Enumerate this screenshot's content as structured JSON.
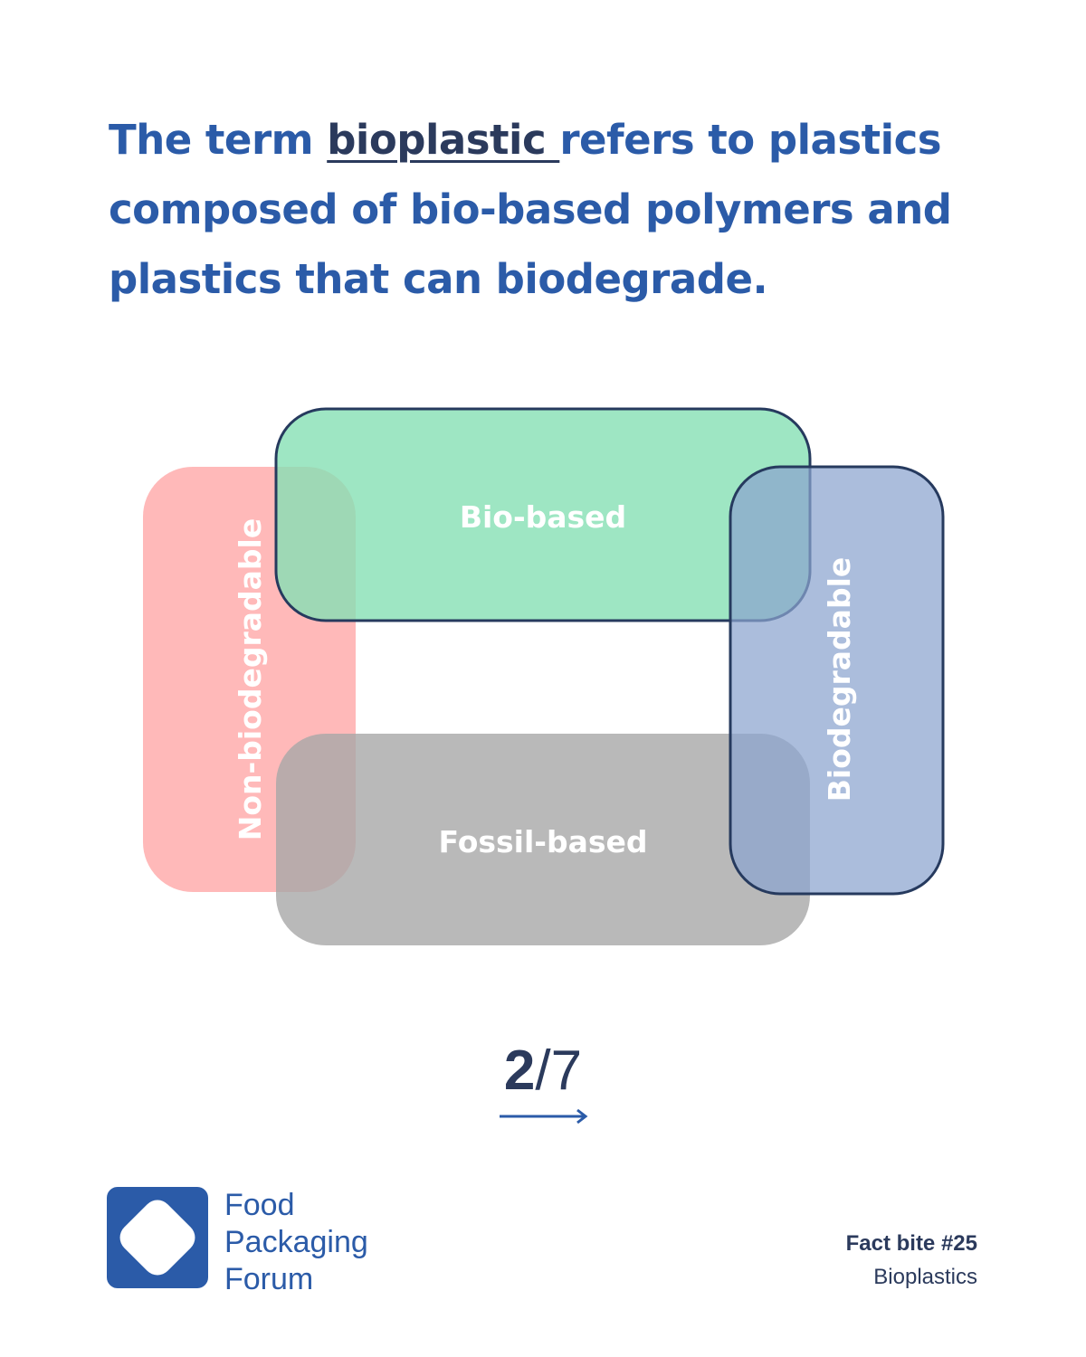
{
  "headline": {
    "before": "The term ",
    "term": "bioplastic ",
    "after": "refers to plastics composed of bio-based polymers and plastics that can biodegrade."
  },
  "diagram": {
    "boxes": [
      {
        "label": "Bio-based",
        "color": "#86e0b4"
      },
      {
        "label": "Fossil-based",
        "color": "#a8a8a8"
      },
      {
        "label": "Non-biodegradable",
        "color": "#ff9e9e"
      },
      {
        "label": "Biodegradable",
        "color": "#8aa4cf"
      }
    ],
    "outline_color": "#263a5e"
  },
  "pager": {
    "current": "2",
    "total": "/7"
  },
  "brand": {
    "line1": "Food",
    "line2": "Packaging",
    "line3": "Forum",
    "color": "#2b5ba8"
  },
  "footer": {
    "fact_bite": "Fact bite #25",
    "topic": "Bioplastics"
  }
}
